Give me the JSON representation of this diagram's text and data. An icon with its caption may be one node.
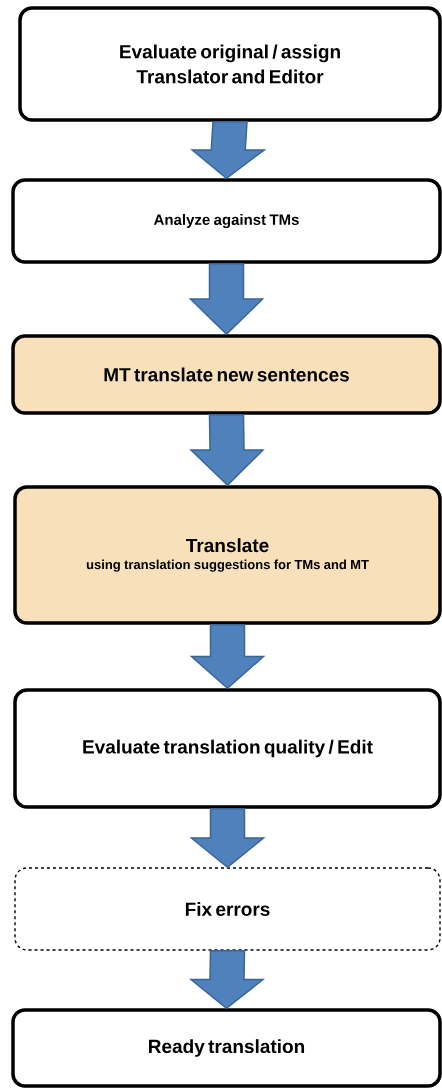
{
  "diagram": {
    "nodes": [
      {
        "text": [
          "Evaluate original / assign Translator and Editor"
        ]
      },
      {
        "text": [
          "Analyze against TMs"
        ]
      },
      {
        "text": [
          "MT translate new sentences"
        ]
      },
      {
        "text": [
          "Translate",
          "using translation suggestions for TMs and MT"
        ]
      },
      {
        "text": [
          "Evaluate translation quality / Edit"
        ]
      },
      {
        "text": [
          "Fix errors"
        ]
      },
      {
        "text": [
          "Ready translation"
        ]
      }
    ],
    "edges": [
      {
        "from": 0,
        "to": 1,
        "arrow": "to"
      },
      {
        "from": 1,
        "to": 2,
        "arrow": "to"
      },
      {
        "from": 2,
        "to": 3,
        "arrow": "to"
      },
      {
        "from": 3,
        "to": 4,
        "arrow": "to"
      },
      {
        "from": 4,
        "to": 5,
        "arrow": "to"
      },
      {
        "from": 5,
        "to": 6,
        "arrow": "to"
      }
    ]
  }
}
